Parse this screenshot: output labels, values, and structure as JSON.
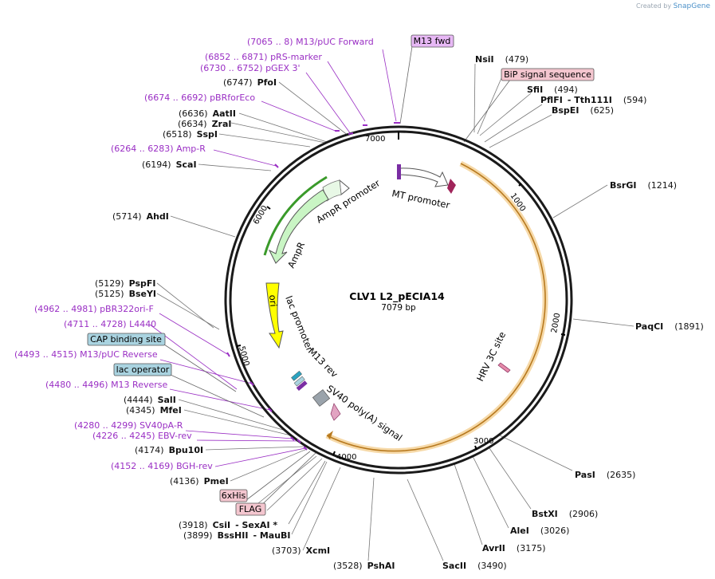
{
  "header": {
    "created_by": "Created by",
    "app": "SnapGene"
  },
  "plasmid": {
    "name": "CLV1 L2_pECIA14",
    "length": "7079 bp"
  },
  "ticks": [
    "1000",
    "2000",
    "3000",
    "4000",
    "5000",
    "6000",
    "7000"
  ],
  "features": {
    "mt_promoter": "MT promoter",
    "ampr_promoter": "AmpR promoter",
    "ampr": "AmpR",
    "ori": "ori",
    "lac_promoter": "lac promoter",
    "m13_rev": "M13 rev",
    "sv40_polya": "SV40 poly(A) signal",
    "hrv3c": "HRV 3C site"
  },
  "boxes": {
    "m13_fwd": "M13 fwd",
    "bip": "BiP signal sequence",
    "cap": "CAP binding site",
    "lac_operator": "lac operator",
    "his6": "6xHis",
    "flag": "FLAG"
  },
  "sites_right": [
    {
      "name": "NsiI",
      "pos": "(479)"
    },
    {
      "name": "SfiI",
      "pos": "(494)"
    },
    {
      "name": "PflFI",
      "extra": "- Tth111I",
      "pos": "(594)"
    },
    {
      "name": "BspEI",
      "pos": "(625)"
    },
    {
      "name": "BsrGI",
      "pos": "(1214)"
    },
    {
      "name": "PaqCI",
      "pos": "(1891)"
    },
    {
      "name": "PasI",
      "pos": "(2635)"
    },
    {
      "name": "BstXI",
      "pos": "(2906)"
    },
    {
      "name": "AleI",
      "pos": "(3026)"
    },
    {
      "name": "AvrII",
      "pos": "(3175)"
    },
    {
      "name": "SacII",
      "pos": "(3490)"
    }
  ],
  "sites_left": [
    {
      "name": "PfoI",
      "pos": "(6747)"
    },
    {
      "name": "AatII",
      "pos": "(6636)"
    },
    {
      "name": "ZraI",
      "pos": "(6634)"
    },
    {
      "name": "SspI",
      "pos": "(6518)"
    },
    {
      "name": "ScaI",
      "pos": "(6194)"
    },
    {
      "name": "AhdI",
      "pos": "(5714)"
    },
    {
      "name": "PspFI",
      "pos": "(5129)"
    },
    {
      "name": "BseYI",
      "pos": "(5125)"
    },
    {
      "name": "SalI",
      "pos": "(4444)"
    },
    {
      "name": "MfeI",
      "pos": "(4345)"
    },
    {
      "name": "Bpu10I",
      "pos": "(4174)"
    },
    {
      "name": "PmeI",
      "pos": "(4136)"
    },
    {
      "name": "CsiI",
      "extra": "- SexAI *",
      "pos": "(3918)"
    },
    {
      "name": "BssHII",
      "extra": "- MauBI",
      "pos": "(3899)"
    },
    {
      "name": "XcmI",
      "pos": "(3703)"
    },
    {
      "name": "PshAI",
      "pos": "(3528)"
    }
  ],
  "primer_labels": [
    {
      "range": "(7065 .. 8)",
      "name": "M13/pUC Forward"
    },
    {
      "range": "(6852 .. 6871)",
      "name": "pRS-marker"
    },
    {
      "range": "(6730 .. 6752)",
      "name": "pGEX 3'"
    },
    {
      "range": "(6674 .. 6692)",
      "name": "pBRforEco"
    },
    {
      "range": "(6264 .. 6283)",
      "name": "Amp-R"
    },
    {
      "range": "(4962 .. 4981)",
      "name": "pBR322ori-F"
    },
    {
      "range": "(4711 .. 4728)",
      "name": "L4440"
    },
    {
      "range": "(4493 .. 4515)",
      "name": "M13/pUC Reverse"
    },
    {
      "range": "(4480 .. 4496)",
      "name": "M13 Reverse"
    },
    {
      "range": "(4280 .. 4299)",
      "name": "SV40pA-R"
    },
    {
      "range": "(4226 .. 4245)",
      "name": "EBV-rev"
    },
    {
      "range": "(4152 .. 4169)",
      "name": "BGH-rev"
    }
  ],
  "colors": {
    "backbone": "#1a1a1a",
    "primer": "#9a2fc4",
    "orange_feature": "#f2b45c",
    "ampr": "#c9f5c4",
    "ampr_edge": "#3a9a2a",
    "ori": "#ffff00",
    "mt_promoter_fill": "#ffffff",
    "m13_box": "#e7b8f5",
    "bip_box": "#f4c6cf",
    "cap_box": "#a9d3e0",
    "his_box": "#f4c6cf"
  }
}
